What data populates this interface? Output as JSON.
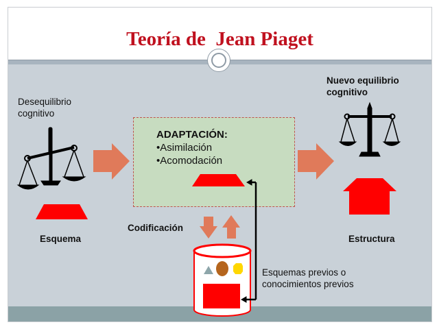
{
  "title": "Teoría de  Jean Piaget",
  "left": {
    "state_line1": "Desequilibrio",
    "state_line2": "cognitivo",
    "caption": "Esquema"
  },
  "right": {
    "state_line1": "Nuevo equilibrio",
    "state_line2": "cognitivo",
    "caption": "Estructura"
  },
  "center": {
    "heading": "ADAPTACIÓN:",
    "item1": "•Asimilación",
    "item2": "•Acomodación"
  },
  "codification": "Codificación",
  "storage": {
    "line1": "Esquemas previos o",
    "line2": "conocimientos previos"
  },
  "colors": {
    "title": "#c0111f",
    "shape_red": "#ff0000",
    "arrow_orange": "#e07a5a",
    "box_green": "#c7dcc0",
    "band_gray": "#c9d1d8",
    "bottom_teal": "#8ba2a6"
  },
  "icons": [
    "unbalanced-scale-icon",
    "balanced-scale-icon",
    "right-arrow-icon",
    "down-arrow-icon",
    "up-arrow-icon",
    "cylinder-icon",
    "house-icon"
  ]
}
